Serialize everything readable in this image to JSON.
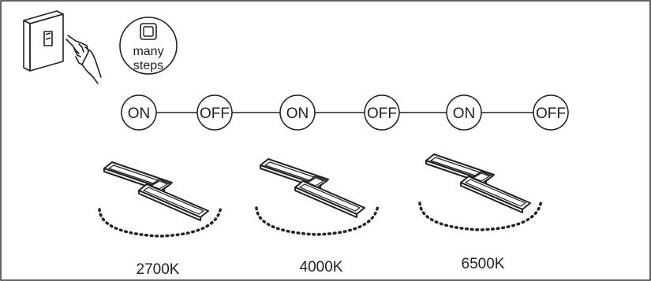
{
  "steps_icon": {
    "line1": "many",
    "line2": "steps"
  },
  "sequence": [
    "ON",
    "OFF",
    "ON",
    "OFF",
    "ON",
    "OFF"
  ],
  "temperatures": [
    "2700K",
    "4000K",
    "6500K"
  ],
  "colors": {
    "stroke": "#222222",
    "frame": "#333333",
    "background": "#ffffff"
  },
  "icons": {
    "switch": "wall-switch-icon",
    "hand": "pointing-hand-icon",
    "steps": "many-steps-icon",
    "lamp": "ceiling-lamp-icon"
  }
}
